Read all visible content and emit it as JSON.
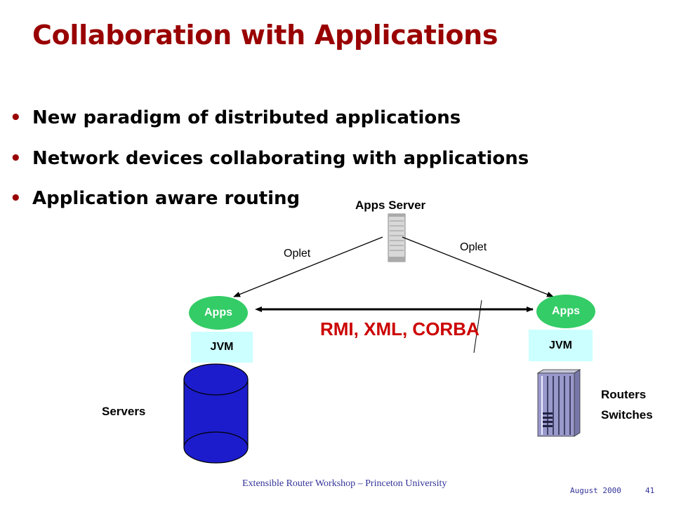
{
  "slide": {
    "title": "Collaboration with Applications",
    "bullets": [
      "New paradigm of distributed applications",
      "Network devices collaborating with applications",
      "Application aware routing"
    ]
  },
  "diagram": {
    "apps_server_label": "Apps Server",
    "oplet_left": "Oplet",
    "oplet_right": "Oplet",
    "apps_left": "Apps",
    "apps_right": "Apps",
    "jvm_left": "JVM",
    "jvm_right": "JVM",
    "protocols": "RMI, XML, CORBA",
    "servers_label": "Servers",
    "routers_label": "Routers",
    "switches_label": "Switches"
  },
  "footer": {
    "center": "Extensible Router Workshop – Princeton University",
    "date": "August 2000",
    "page": "41"
  },
  "colors": {
    "title": "#990000",
    "apps": "#33cc66",
    "jvm": "#ccffff",
    "database": "#1c1ccc",
    "router": "#9999cc",
    "protocols": "#cc0000"
  }
}
